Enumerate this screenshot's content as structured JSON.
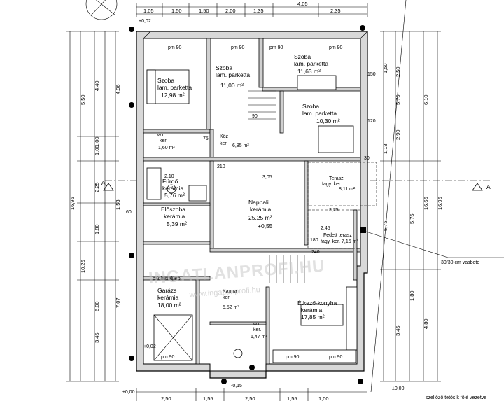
{
  "rooms": [
    {
      "name": "Szoba",
      "floor": "lam. parketta",
      "area": "12,98 m²"
    },
    {
      "name": "Szoba",
      "floor": "lam. parketta",
      "area": "11,00 m²"
    },
    {
      "name": "Szoba",
      "floor": "lam. parketta",
      "area": "11,63 m²"
    },
    {
      "name": "Szoba",
      "floor": "lam. parketta",
      "area": "10,30 m²"
    },
    {
      "name": "w.c.",
      "floor": "ker.",
      "area": "1,60 m²"
    },
    {
      "name": "Köz",
      "floor": "ker.",
      "area": "6,85 m²"
    },
    {
      "name": "Fürdő",
      "floor": "kerámia",
      "area": "5,76 m²"
    },
    {
      "name": "Előszoba",
      "floor": "kerámia",
      "area": "5,39 m²"
    },
    {
      "name": "Nappali",
      "floor": "kerámia",
      "area": "25,25 m²",
      "extra": "+0,55"
    },
    {
      "name": "Terasz",
      "floor": "fagy. ker.",
      "area": "8,11 m²"
    },
    {
      "name": "Fedett terasz",
      "floor": "fagy. ker.",
      "area": "7,15 m²"
    },
    {
      "name": "Garázs",
      "floor": "kerámia",
      "area": "18,00 m²"
    },
    {
      "name": "Kamra",
      "floor": "ker.",
      "area": "5,52 m²"
    },
    {
      "name": "Étkező-konyha",
      "floor": "kerámia",
      "area": "17,85 m²"
    },
    {
      "name": "w.c.",
      "floor": "ker.",
      "area": "1,47 m²"
    }
  ],
  "labels": {
    "pm90_a": "pm 90",
    "pm90_b": "pm 90",
    "pm90_c": "pm 90",
    "pm90_d": "pm 90",
    "pm90_e": "pm 90",
    "pm90_f": "pm 90",
    "pm90_g": "pm 90",
    "padlas": "padlásfeljáró",
    "vasbeton": "30/30 cm vasbeto",
    "level_top": "+0,02",
    "level_bottom_left": "±0,00",
    "level_bottom_right": "±0,00",
    "level_gar": "+0,02",
    "level_front": "-0,15",
    "note_bottom": "szellőző tetősík fölé vezetve",
    "section_left": "A",
    "section_right": "A",
    "watermark": "INGATLANPROFI.HU",
    "watermark_url": "www.ingatlanprofi.hu"
  },
  "dims_top": [
    "1,05",
    "1,50",
    "1,50",
    "2,00",
    "1,35",
    "4,05",
    "2,35"
  ],
  "dims_bottom": [
    "2,50",
    "1,55",
    "2,50",
    "1,55",
    "1,00"
  ],
  "dims_left": [
    "5,50",
    "4,40",
    "1,00",
    "1,00",
    "2,25",
    "1,53",
    "1,80",
    "10,25",
    "16,95",
    "6,00",
    "3,45",
    "7,07",
    "4,96"
  ],
  "dims_right": [
    "5,75",
    "6,10",
    "2,90",
    "2,50",
    "1,50",
    "5,75",
    "16,65",
    "16,95",
    "3,45",
    "4,80",
    "1,80",
    "1,18"
  ],
  "inner_dims": [
    "2,10",
    "3,05",
    "2,75",
    "2,45",
    "210",
    "75",
    "90",
    "120",
    "150",
    "180",
    "240",
    "60",
    "30",
    "5,75"
  ]
}
